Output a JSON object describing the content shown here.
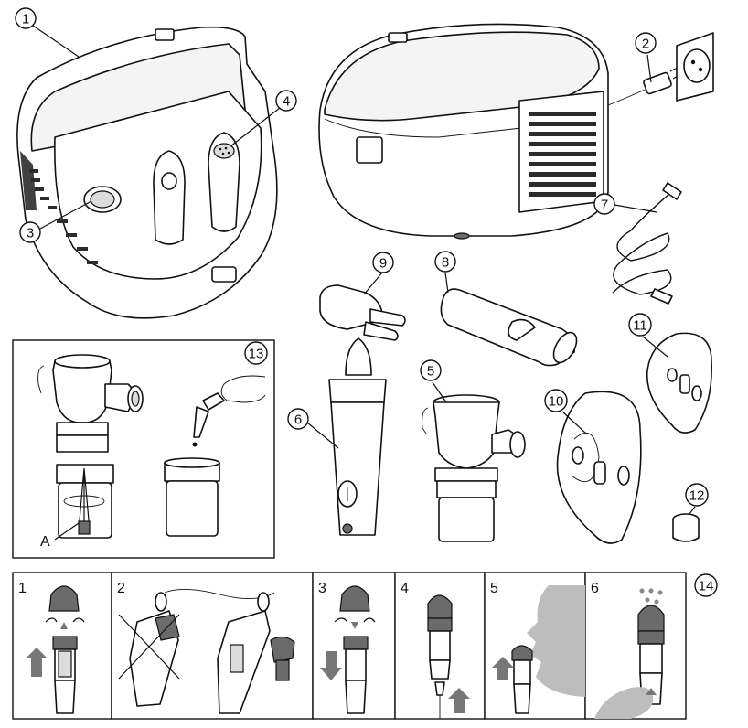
{
  "callouts": {
    "c1": "1",
    "c2": "2",
    "c3": "3",
    "c4": "4",
    "c5": "5",
    "c6": "6",
    "c7": "7",
    "c8": "8",
    "c9": "9",
    "c10": "10",
    "c11": "11",
    "c12": "12",
    "c13": "13",
    "c14": "14"
  },
  "inset_label_a": "A",
  "steps": [
    "1",
    "2",
    "3",
    "4",
    "5",
    "6"
  ],
  "colors": {
    "line": "#111111",
    "grey_dark": "#6b6b6b",
    "grey_light": "#dcdcdc",
    "face_grey": "#bdbdbd"
  }
}
